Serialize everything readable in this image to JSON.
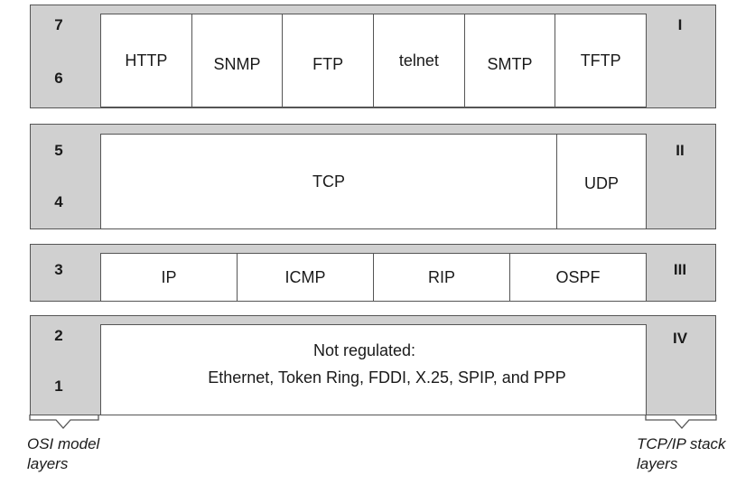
{
  "band1": {
    "numbers": [
      "7",
      "6"
    ],
    "roman": "I",
    "protocols": [
      "HTTP",
      "SNMP",
      "FTP",
      "telnet",
      "SMTP",
      "TFTP"
    ]
  },
  "band2": {
    "numbers": [
      "5",
      "4"
    ],
    "roman": "II",
    "tcp": "TCP",
    "udp": "UDP"
  },
  "band3": {
    "numbers": [
      "3"
    ],
    "roman": "III",
    "protocols": [
      "IP",
      "ICMP",
      "RIP",
      "OSPF"
    ]
  },
  "band4": {
    "numbers": [
      "2",
      "1"
    ],
    "roman": "IV",
    "line1": "Not regulated:",
    "line2": "Ethernet, Token Ring, FDDI, X.25, SPIP, and PPP"
  },
  "captions": {
    "left": [
      "OSI model",
      "layers"
    ],
    "right": [
      "TCP/IP stack",
      "layers"
    ]
  }
}
